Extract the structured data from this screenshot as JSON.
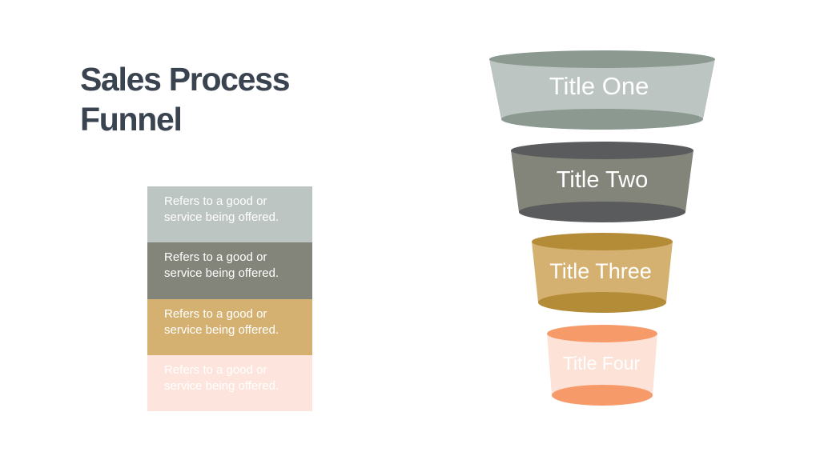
{
  "title": {
    "line1": "Sales Process",
    "line2": "Funnel"
  },
  "descriptions": [
    {
      "line1": "Refers to a good or",
      "line2": "service being offered.",
      "color": "#bcc5c2"
    },
    {
      "line1": "Refers to a good or",
      "line2": "service being offered.",
      "color": "#83857a"
    },
    {
      "line1": "Refers to a good or",
      "line2": "service being offered.",
      "color": "#d5b171"
    },
    {
      "line1": "Refers to a good or",
      "line2": "service being offered.",
      "color": "#fde4dc"
    }
  ],
  "funnel": {
    "stages": [
      {
        "label": "Title One",
        "body_color": "#bcc5c2",
        "rim_color": "#8b9991"
      },
      {
        "label": "Title Two",
        "body_color": "#83857a",
        "rim_color": "#5a5b5c"
      },
      {
        "label": "Title Three",
        "body_color": "#d5b171",
        "rim_color": "#b48b37"
      },
      {
        "label": "Title Four",
        "body_color": "#fde2d8",
        "rim_color": "#f69a6a"
      }
    ]
  }
}
